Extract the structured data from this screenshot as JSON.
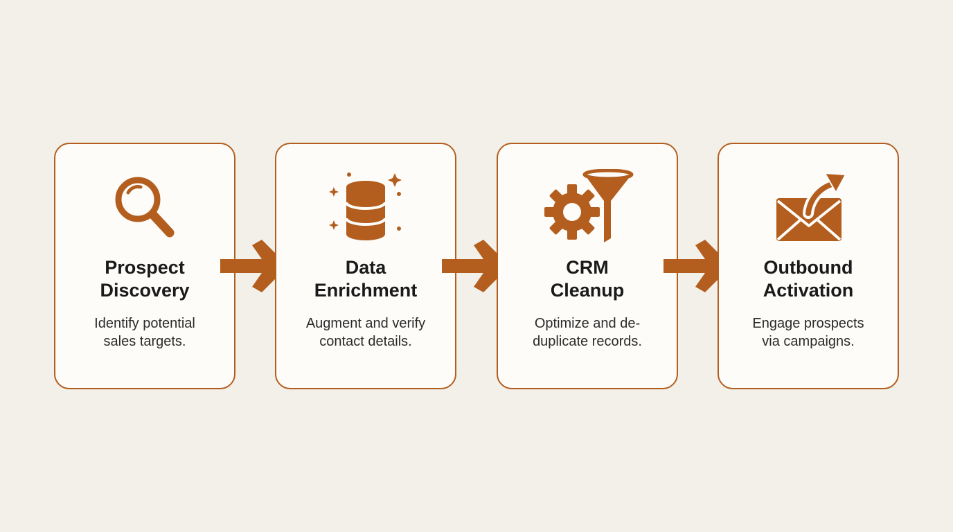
{
  "steps": [
    {
      "title_lines": [
        "Prospect",
        "Discovery"
      ],
      "desc_lines": [
        "Identify potential",
        "sales targets."
      ],
      "icon": "magnifying-glass-icon"
    },
    {
      "title_lines": [
        "Data",
        "Enrichment"
      ],
      "desc_lines": [
        "Augment and verify",
        "contact details."
      ],
      "icon": "database-sparkle-icon"
    },
    {
      "title_lines": [
        "CRM",
        "Cleanup"
      ],
      "desc_lines": [
        "Optimize and de-",
        "duplicate records."
      ],
      "icon": "gear-funnel-icon"
    },
    {
      "title_lines": [
        "Outbound",
        "Activation"
      ],
      "desc_lines": [
        "Engage prospects",
        "via campaigns."
      ],
      "icon": "envelope-send-icon"
    }
  ],
  "colors": {
    "accent": "#b35e1e",
    "background": "#f2f0e8",
    "card": "#fdfcf9",
    "text": "#1a1a1a"
  }
}
